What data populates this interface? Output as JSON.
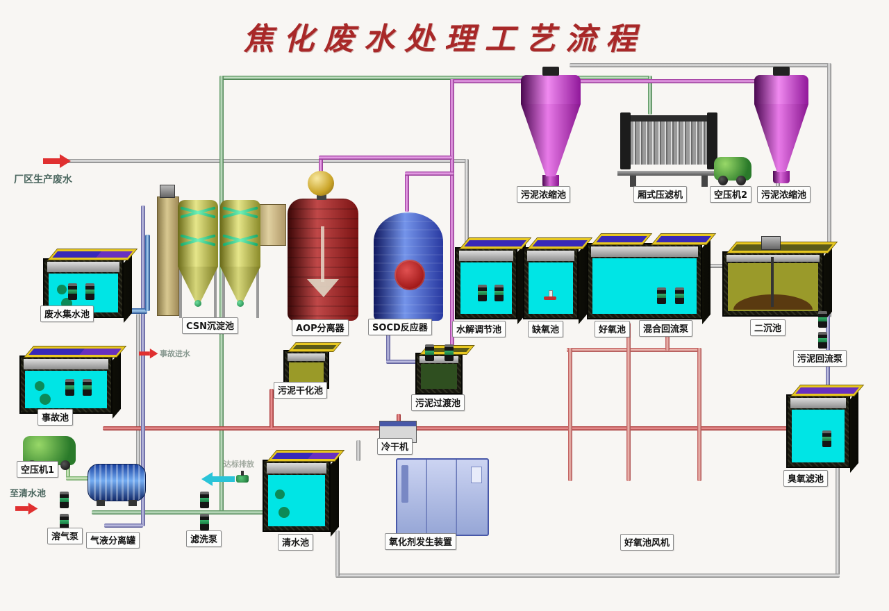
{
  "title": "焦化废水处理工艺流程",
  "annotations": {
    "plant_influent": "厂区生产废水",
    "to_clean_water_tank": "至清水池",
    "accident_inlet": "事故进水",
    "discharge": "达标排放"
  },
  "labels": {
    "waste_collection_tank": "废水集水池",
    "accident_tank": "事故池",
    "air_compressor_1": "空压机1",
    "dissolved_air_pump": "溶气泵",
    "gas_liquid_separator": "气液分离罐",
    "filter_wash_pump": "滤洗泵",
    "clean_water_tank": "清水池",
    "csn_sedimentation_tank": "CSN沉淀池",
    "aop_separator": "AOP分离器",
    "socd_reactor": "SOCD反应器",
    "sludge_drying_tank": "污泥干化池",
    "sludge_transfer_tank": "污泥过渡池",
    "cold_dryer": "冷干机",
    "oxidant_generator": "氧化剂发生装置",
    "hydrolysis_tank": "水解调节池",
    "anoxic_tank": "缺氧池",
    "aerobic_tank": "好氧池",
    "mixed_return_pump": "混合回流泵",
    "secondary_clarifier": "二沉池",
    "sludge_thickener_left": "污泥浓缩池",
    "filter_press": "厢式压滤机",
    "air_compressor_2": "空压机2",
    "sludge_thickener_right": "污泥浓缩池",
    "sludge_return_pump": "污泥回流泵",
    "ozone_filter_tank": "臭氧滤池",
    "aerobic_blower": "好氧池风机"
  },
  "colors": {
    "background": "#f8f6f3",
    "title_red": "#a82828",
    "water_cyan": "#00e5e5",
    "deck_yellow": "#e8c820",
    "deck_blue": "#3828b8",
    "deck_purple": "#6830c0",
    "clarifier_olive": "#c8c860",
    "thickener_purple": "#c040c8",
    "aop_red": "#8a1616",
    "socd_blue": "#2848b0",
    "blower_orange": "#f08818",
    "compressor_green": "#3a9a3a",
    "cabinet_lavender": "#b0b8e8",
    "pipe_gray": "#c0c0c0",
    "pipe_green": "#7ab87a",
    "pipe_red": "#d05050",
    "pipe_magenta": "#cc66cc",
    "pipe_purple": "#8888c0",
    "label_border": "#8a8a8a"
  }
}
